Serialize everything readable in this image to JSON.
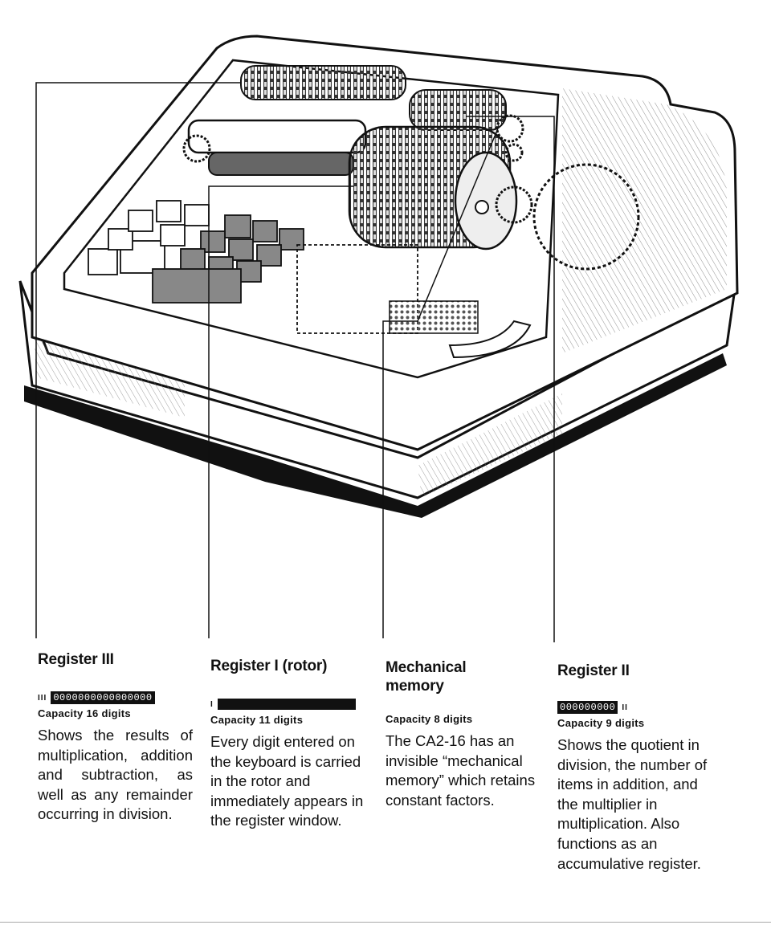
{
  "columns": [
    {
      "id": "register-iii",
      "title": "Register III",
      "register_label": "III",
      "register_digits": "0000000000000000",
      "capacity": "Capacity 16 digits",
      "description": "Shows the results of multiplication, addition and subtraction, as well as any remainder occurring in division."
    },
    {
      "id": "register-i",
      "title": "Register I (rotor)",
      "register_label": "I",
      "capacity": "Capacity 11 digits",
      "description": "Every digit entered on the keyboard is carried in the rotor and immediately appears in the register window."
    },
    {
      "id": "mechanical-memory",
      "title": "Mechanical memory",
      "capacity": "Capacity 8 digits",
      "description": "The CA2-16 has an invisible “mechanical memory” which retains constant factors."
    },
    {
      "id": "register-ii",
      "title": "Register II",
      "register_label": "II",
      "register_digits": "000000000",
      "capacity": "Capacity 9 digits",
      "description": "Shows the quotient in division, the number of items in addition, and the multiplier in multiplication. Also functions as an accumulative register."
    }
  ]
}
